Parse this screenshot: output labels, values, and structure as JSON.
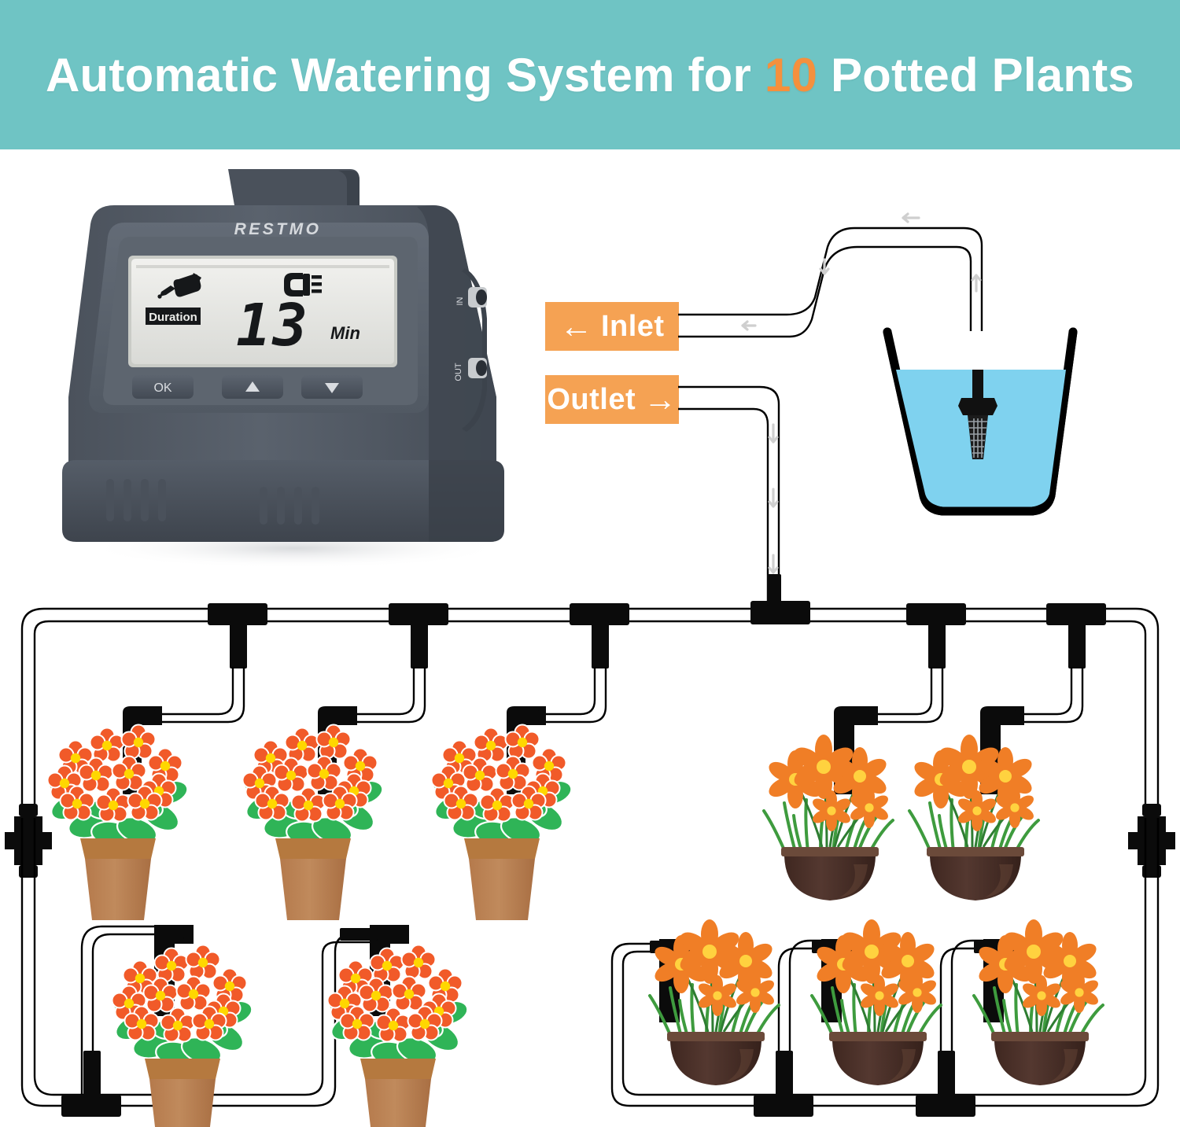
{
  "header": {
    "title_prefix": "Automatic Watering System for ",
    "plant_count": "10",
    "title_suffix": " Potted Plants",
    "background_color": "#6FC4C4",
    "accent_color": "#F5903D",
    "text_color": "#FFFFFF"
  },
  "device": {
    "brand": "RESTMO",
    "body_color": "#525A65",
    "display": {
      "label_duration": "Duration",
      "value": "13",
      "unit": "Min",
      "icon_watering_can": "watering-can-icon",
      "icon_power_plug": "power-plug-icon",
      "screen_color": "#E8E8E6"
    },
    "buttons": [
      {
        "id": "ok",
        "label": "OK"
      },
      {
        "id": "up",
        "label": "▲"
      },
      {
        "id": "down",
        "label": "▼"
      }
    ],
    "ports": [
      {
        "id": "in",
        "label": "IN"
      },
      {
        "id": "out",
        "label": "OUT"
      }
    ]
  },
  "badges": {
    "inlet": {
      "label": "Inlet",
      "arrow": "←",
      "arrow_side": "left",
      "color": "#F5A253"
    },
    "outlet": {
      "label": "Outlet",
      "arrow": "→",
      "arrow_side": "right",
      "color": "#F5A253"
    }
  },
  "bucket": {
    "water_color": "#7FD2EF",
    "outline_color": "#000000",
    "filter_label": "intake-filter"
  },
  "tubing": {
    "tube_outline_color": "#000000",
    "tube_fill_color": "#FFFFFF",
    "connector_color": "#111111",
    "flow_arrow_color": "#CCCCCC",
    "t_connector_count_top": 6,
    "t_connector_count_bottom": 3,
    "valve_count": 2
  },
  "plants": {
    "type_a": {
      "name": "potted-flower-terracotta",
      "flower_color": "#F15A29",
      "flower_center_color": "#FFD700",
      "leaf_color": "#2FB457",
      "pot_color": "#C08552",
      "pot_rim_color": "#B5793F",
      "count": 5
    },
    "type_b": {
      "name": "potted-daisy-bowl",
      "flower_color": "#F07E26",
      "flower_center_color": "#FFD23F",
      "grass_color": "#3E9B3E",
      "pot_color": "#4E3229",
      "pot_rim_color": "#6B4A3A",
      "count": 5
    },
    "total": "10"
  }
}
